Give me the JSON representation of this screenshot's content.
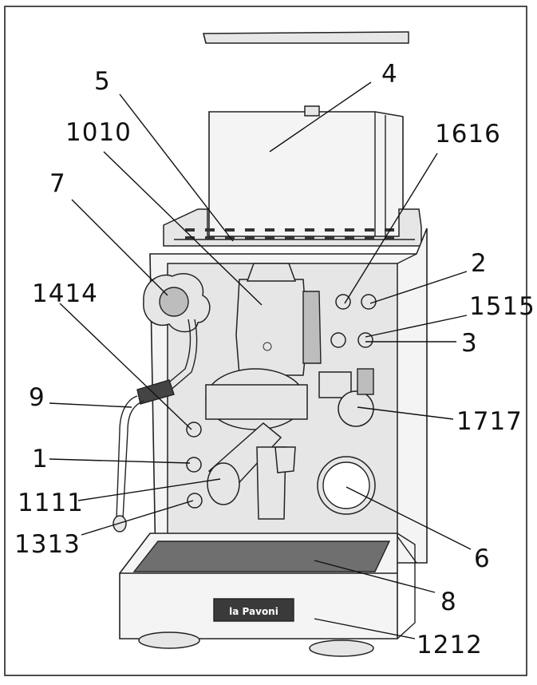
{
  "figure": {
    "labels": [
      {
        "id": "4",
        "text": "4"
      },
      {
        "id": "5",
        "text": "5"
      },
      {
        "id": "1010",
        "text": "1010"
      },
      {
        "id": "1616",
        "text": "1616"
      },
      {
        "id": "7",
        "text": "7"
      },
      {
        "id": "2",
        "text": "2"
      },
      {
        "id": "1414",
        "text": "1414"
      },
      {
        "id": "1515",
        "text": "1515"
      },
      {
        "id": "3",
        "text": "3"
      },
      {
        "id": "9",
        "text": "9"
      },
      {
        "id": "1717",
        "text": "1717"
      },
      {
        "id": "1",
        "text": "1"
      },
      {
        "id": "1111",
        "text": "1111"
      },
      {
        "id": "1313",
        "text": "1313"
      },
      {
        "id": "6",
        "text": "6"
      },
      {
        "id": "8",
        "text": "8"
      },
      {
        "id": "1212",
        "text": "1212"
      }
    ],
    "brand": "la Pavoni"
  }
}
